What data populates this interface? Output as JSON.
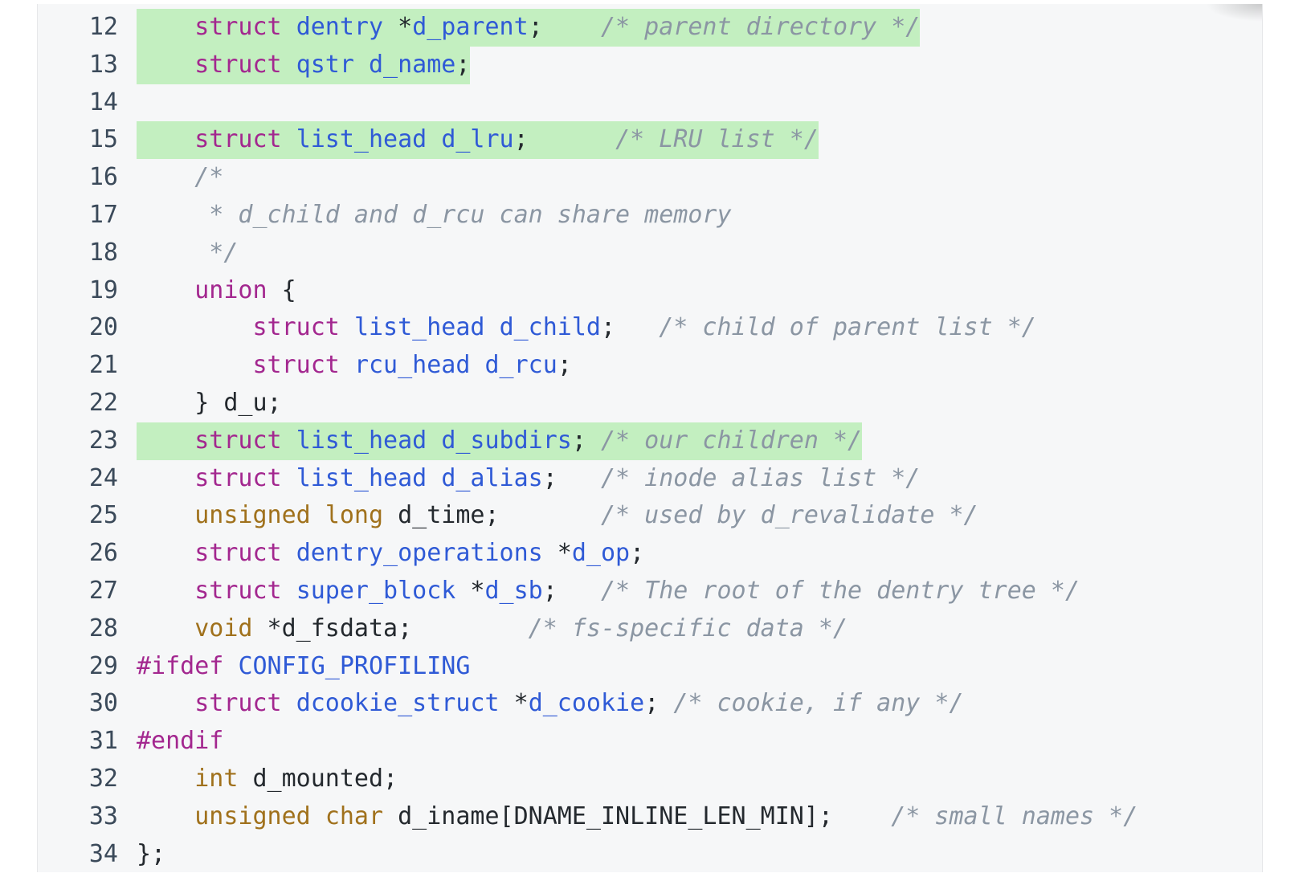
{
  "code": {
    "lines": [
      {
        "num": "12",
        "tokens": [
          {
            "t": "    ",
            "c": "pl"
          },
          {
            "t": "struct",
            "c": "kw"
          },
          {
            "t": " ",
            "c": "pl"
          },
          {
            "t": "dentry",
            "c": "ty"
          },
          {
            "t": " *",
            "c": "pl"
          },
          {
            "t": "d_parent",
            "c": "ty"
          },
          {
            "t": ";    ",
            "c": "pl"
          },
          {
            "t": "/* parent directory */",
            "c": "cm"
          }
        ],
        "highlight": true
      },
      {
        "num": "13",
        "tokens": [
          {
            "t": "    ",
            "c": "pl"
          },
          {
            "t": "struct",
            "c": "kw"
          },
          {
            "t": " ",
            "c": "pl"
          },
          {
            "t": "qstr",
            "c": "ty"
          },
          {
            "t": " ",
            "c": "pl"
          },
          {
            "t": "d_name",
            "c": "ty"
          },
          {
            "t": ";",
            "c": "pl"
          }
        ],
        "highlight": true
      },
      {
        "num": "14",
        "tokens": [],
        "highlight": false
      },
      {
        "num": "15",
        "tokens": [
          {
            "t": "    ",
            "c": "pl"
          },
          {
            "t": "struct",
            "c": "kw"
          },
          {
            "t": " ",
            "c": "pl"
          },
          {
            "t": "list_head",
            "c": "ty"
          },
          {
            "t": " ",
            "c": "pl"
          },
          {
            "t": "d_lru",
            "c": "ty"
          },
          {
            "t": ";      ",
            "c": "pl"
          },
          {
            "t": "/* LRU list */",
            "c": "cm"
          }
        ],
        "highlight": true
      },
      {
        "num": "16",
        "tokens": [
          {
            "t": "    ",
            "c": "pl"
          },
          {
            "t": "/*",
            "c": "cm"
          }
        ],
        "highlight": false
      },
      {
        "num": "17",
        "tokens": [
          {
            "t": "    ",
            "c": "pl"
          },
          {
            "t": " * d_child and d_rcu can share memory",
            "c": "cm"
          }
        ],
        "highlight": false
      },
      {
        "num": "18",
        "tokens": [
          {
            "t": "    ",
            "c": "pl"
          },
          {
            "t": " */",
            "c": "cm"
          }
        ],
        "highlight": false
      },
      {
        "num": "19",
        "tokens": [
          {
            "t": "    ",
            "c": "pl"
          },
          {
            "t": "union",
            "c": "kw"
          },
          {
            "t": " {",
            "c": "pl"
          }
        ],
        "highlight": false
      },
      {
        "num": "20",
        "tokens": [
          {
            "t": "        ",
            "c": "pl"
          },
          {
            "t": "struct",
            "c": "kw"
          },
          {
            "t": " ",
            "c": "pl"
          },
          {
            "t": "list_head",
            "c": "ty"
          },
          {
            "t": " ",
            "c": "pl"
          },
          {
            "t": "d_child",
            "c": "ty"
          },
          {
            "t": ";   ",
            "c": "pl"
          },
          {
            "t": "/* child of parent list */",
            "c": "cm"
          }
        ],
        "highlight": false
      },
      {
        "num": "21",
        "tokens": [
          {
            "t": "        ",
            "c": "pl"
          },
          {
            "t": "struct",
            "c": "kw"
          },
          {
            "t": " ",
            "c": "pl"
          },
          {
            "t": "rcu_head",
            "c": "ty"
          },
          {
            "t": " ",
            "c": "pl"
          },
          {
            "t": "d_rcu",
            "c": "ty"
          },
          {
            "t": ";",
            "c": "pl"
          }
        ],
        "highlight": false
      },
      {
        "num": "22",
        "tokens": [
          {
            "t": "    } d_u;",
            "c": "pl"
          }
        ],
        "highlight": false
      },
      {
        "num": "23",
        "tokens": [
          {
            "t": "    ",
            "c": "pl"
          },
          {
            "t": "struct",
            "c": "kw"
          },
          {
            "t": " ",
            "c": "pl"
          },
          {
            "t": "list_head",
            "c": "ty"
          },
          {
            "t": " ",
            "c": "pl"
          },
          {
            "t": "d_subdirs",
            "c": "ty"
          },
          {
            "t": "; ",
            "c": "pl"
          },
          {
            "t": "/* our children */",
            "c": "cm"
          }
        ],
        "highlight": true
      },
      {
        "num": "24",
        "tokens": [
          {
            "t": "    ",
            "c": "pl"
          },
          {
            "t": "struct",
            "c": "kw"
          },
          {
            "t": " ",
            "c": "pl"
          },
          {
            "t": "list_head",
            "c": "ty"
          },
          {
            "t": " ",
            "c": "pl"
          },
          {
            "t": "d_alias",
            "c": "ty"
          },
          {
            "t": ";   ",
            "c": "pl"
          },
          {
            "t": "/* inode alias list */",
            "c": "cm"
          }
        ],
        "highlight": false
      },
      {
        "num": "25",
        "tokens": [
          {
            "t": "    ",
            "c": "pl"
          },
          {
            "t": "unsigned",
            "c": "pt"
          },
          {
            "t": " ",
            "c": "pl"
          },
          {
            "t": "long",
            "c": "pt"
          },
          {
            "t": " d_time;       ",
            "c": "pl"
          },
          {
            "t": "/* used by d_revalidate */",
            "c": "cm"
          }
        ],
        "highlight": false
      },
      {
        "num": "26",
        "tokens": [
          {
            "t": "    ",
            "c": "pl"
          },
          {
            "t": "struct",
            "c": "kw"
          },
          {
            "t": " ",
            "c": "pl"
          },
          {
            "t": "dentry_operations",
            "c": "ty"
          },
          {
            "t": " *",
            "c": "pl"
          },
          {
            "t": "d_op",
            "c": "ty"
          },
          {
            "t": ";",
            "c": "pl"
          }
        ],
        "highlight": false
      },
      {
        "num": "27",
        "tokens": [
          {
            "t": "    ",
            "c": "pl"
          },
          {
            "t": "struct",
            "c": "kw"
          },
          {
            "t": " ",
            "c": "pl"
          },
          {
            "t": "super_block",
            "c": "ty"
          },
          {
            "t": " *",
            "c": "pl"
          },
          {
            "t": "d_sb",
            "c": "ty"
          },
          {
            "t": ";   ",
            "c": "pl"
          },
          {
            "t": "/* The root of the dentry tree */",
            "c": "cm"
          }
        ],
        "highlight": false
      },
      {
        "num": "28",
        "tokens": [
          {
            "t": "    ",
            "c": "pl"
          },
          {
            "t": "void",
            "c": "pt"
          },
          {
            "t": " *d_fsdata;        ",
            "c": "pl"
          },
          {
            "t": "/* fs-specific data */",
            "c": "cm"
          }
        ],
        "highlight": false
      },
      {
        "num": "29",
        "tokens": [
          {
            "t": "#ifdef",
            "c": "pp"
          },
          {
            "t": " ",
            "c": "pl"
          },
          {
            "t": "CONFIG_PROFILING",
            "c": "ppa"
          }
        ],
        "highlight": false
      },
      {
        "num": "30",
        "tokens": [
          {
            "t": "    ",
            "c": "pl"
          },
          {
            "t": "struct",
            "c": "kw"
          },
          {
            "t": " ",
            "c": "pl"
          },
          {
            "t": "dcookie_struct",
            "c": "ty"
          },
          {
            "t": " *",
            "c": "pl"
          },
          {
            "t": "d_cookie",
            "c": "ty"
          },
          {
            "t": "; ",
            "c": "pl"
          },
          {
            "t": "/* cookie, if any */",
            "c": "cm"
          }
        ],
        "highlight": false
      },
      {
        "num": "31",
        "tokens": [
          {
            "t": "#endif",
            "c": "pp"
          }
        ],
        "highlight": false
      },
      {
        "num": "32",
        "tokens": [
          {
            "t": "    ",
            "c": "pl"
          },
          {
            "t": "int",
            "c": "pt"
          },
          {
            "t": " d_mounted;",
            "c": "pl"
          }
        ],
        "highlight": false
      },
      {
        "num": "33",
        "tokens": [
          {
            "t": "    ",
            "c": "pl"
          },
          {
            "t": "unsigned",
            "c": "pt"
          },
          {
            "t": " ",
            "c": "pl"
          },
          {
            "t": "char",
            "c": "pt"
          },
          {
            "t": " d_iname[DNAME_INLINE_LEN_MIN];    ",
            "c": "pl"
          },
          {
            "t": "/* small names */",
            "c": "cm"
          }
        ],
        "highlight": false
      },
      {
        "num": "34",
        "tokens": [
          {
            "t": "};",
            "c": "pl"
          }
        ],
        "highlight": false
      }
    ]
  }
}
